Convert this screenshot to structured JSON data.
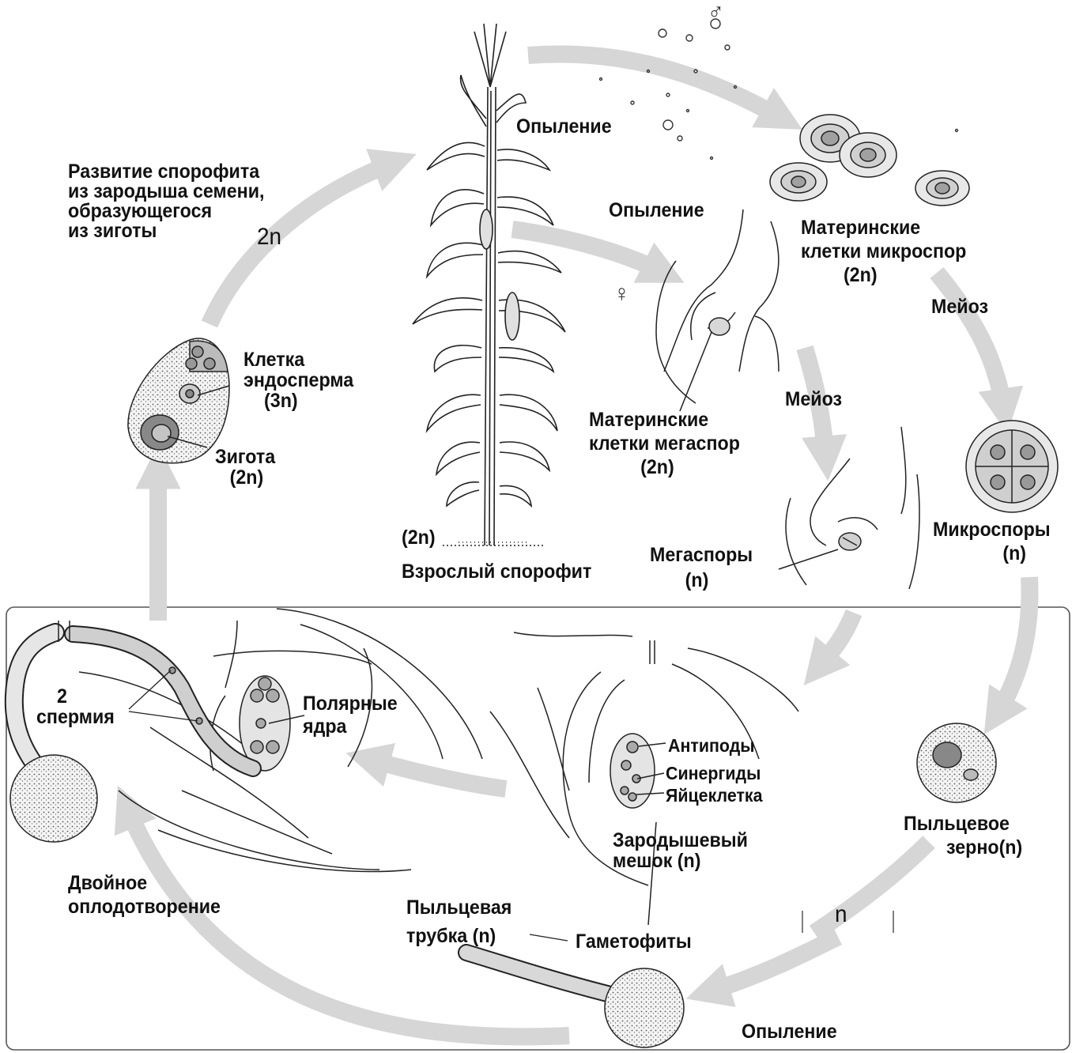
{
  "labels": {
    "pollination_top": "Опыление",
    "pollination_mid": "Опыление",
    "pollination_bottom": "Опыление",
    "sporophyte_dev": [
      "Развитие спорофита",
      "из зародыша семени,",
      "образующегося",
      "из зиготы"
    ],
    "sporophyte_ploidy": "2n",
    "microspore_mother": [
      "Материнские",
      "клетки микроспор",
      "(2n)"
    ],
    "meiosis_right": "Мейоз",
    "meiosis_mid": "Мейоз",
    "megaspore_mother": [
      "Материнские",
      "клетки мегаспор",
      "(2n)"
    ],
    "endosperm_cell": [
      "Клетка",
      "эндосперма",
      "(3n)"
    ],
    "zygote": [
      "Зигота",
      "(2n)"
    ],
    "adult_ploidy": "(2n)",
    "adult_sporophyte": "Взрослый спорофит",
    "megaspores": [
      "Мегаспоры",
      "(n)"
    ],
    "microspores": [
      "Микроспоры",
      "(n)"
    ],
    "sperm": [
      "2",
      "спермия"
    ],
    "polar_nuclei": [
      "Полярные",
      "ядра"
    ],
    "antipodes": "Антиподы",
    "synergids": "Синергиды",
    "egg_cell": "Яйцеклетка",
    "embryo_sac": [
      "Зародышевый",
      "мешок (n)"
    ],
    "pollen_grain": [
      "Пыльцевое",
      "зерно(n)"
    ],
    "haploid_n": "n",
    "double_fertilization": [
      "Двойное",
      "оплодотворение"
    ],
    "pollen_tube": [
      "Пыльцевая",
      "трубка (n)"
    ],
    "gametophytes": "Гаметофиты",
    "male_symbol": "♂",
    "female_symbol": "♀"
  },
  "colors": {
    "arrow": "#d6d6d6",
    "line": "#222222",
    "cell_fill": "#e2e2e2",
    "nucleus_fill": "#a8a8a8",
    "frame": "#555555"
  },
  "icons": [
    "corn-plant-icon",
    "pollen-grain-icon",
    "ovule-icon",
    "microspore-tetrad-icon",
    "seed-icon"
  ]
}
